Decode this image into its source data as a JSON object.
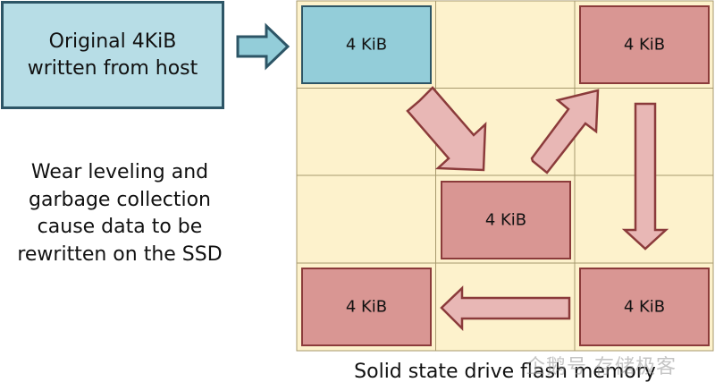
{
  "host_block": {
    "text": "Original 4KiB\nwritten from host"
  },
  "caption": {
    "text": "Wear leveling and\ngarbage collection\ncause data to be\nrewritten on the SSD"
  },
  "flash_grid": {
    "label": "Solid state drive flash memory",
    "rows": 4,
    "cols": 3,
    "blocks": [
      {
        "row": 0,
        "col": 0,
        "label": "4 KiB",
        "kind": "original"
      },
      {
        "row": 0,
        "col": 2,
        "label": "4 KiB",
        "kind": "rewritten"
      },
      {
        "row": 2,
        "col": 1,
        "label": "4 KiB",
        "kind": "rewritten"
      },
      {
        "row": 3,
        "col": 0,
        "label": "4 KiB",
        "kind": "rewritten"
      },
      {
        "row": 3,
        "col": 2,
        "label": "4 KiB",
        "kind": "rewritten"
      }
    ]
  },
  "watermark": {
    "text": "企鹅号 存储极客"
  },
  "colors": {
    "grid_fill": "#fdf2cc",
    "grid_line": "#a89a6e",
    "original_fill": "#93cdd9",
    "original_stroke": "#2d5566",
    "rewritten_fill": "#d99693",
    "rewritten_stroke": "#8b3b3b",
    "arrow_fill": "#e8b7b5",
    "arrow_stroke": "#8b3b3b",
    "host_arrow_fill": "#93cdd9",
    "host_arrow_stroke": "#2d5566"
  }
}
